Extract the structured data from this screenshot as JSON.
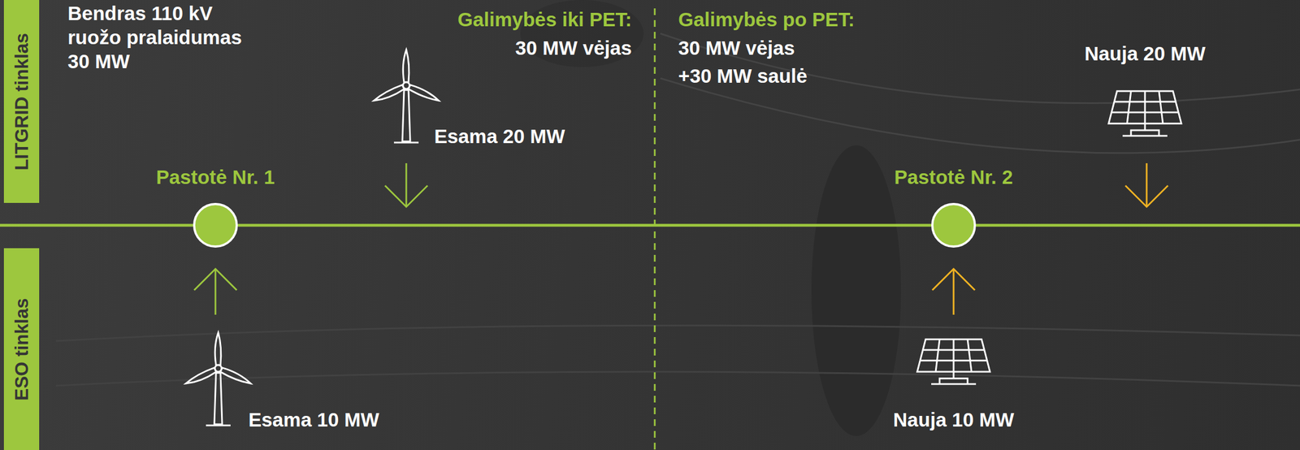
{
  "diagram": {
    "nodes": [
      {
        "text": [
          "LITGRID tinklas"
        ]
      },
      {
        "text": [
          "Pastotė Nr. 1"
        ]
      },
      {
        "text": [
          "Pastotė Nr. 2"
        ]
      },
      {
        "text": [
          "ESO tinklas"
        ]
      }
    ],
    "edges": [
      {
        "from": 1,
        "to": 2,
        "arrow": "none"
      }
    ],
    "labels": [
      "Bendras 110 kV ruožo pralaidumas 30 MW",
      "Galimybės iki PET:",
      "30 MW vėjas",
      "Galimybės po PET:",
      "30 MW vėjas",
      "+30 MW saulė",
      "Esama 20 MW",
      "Nauja 20 MW",
      "Esama 10 MW",
      "Nauja 10 MW"
    ]
  }
}
